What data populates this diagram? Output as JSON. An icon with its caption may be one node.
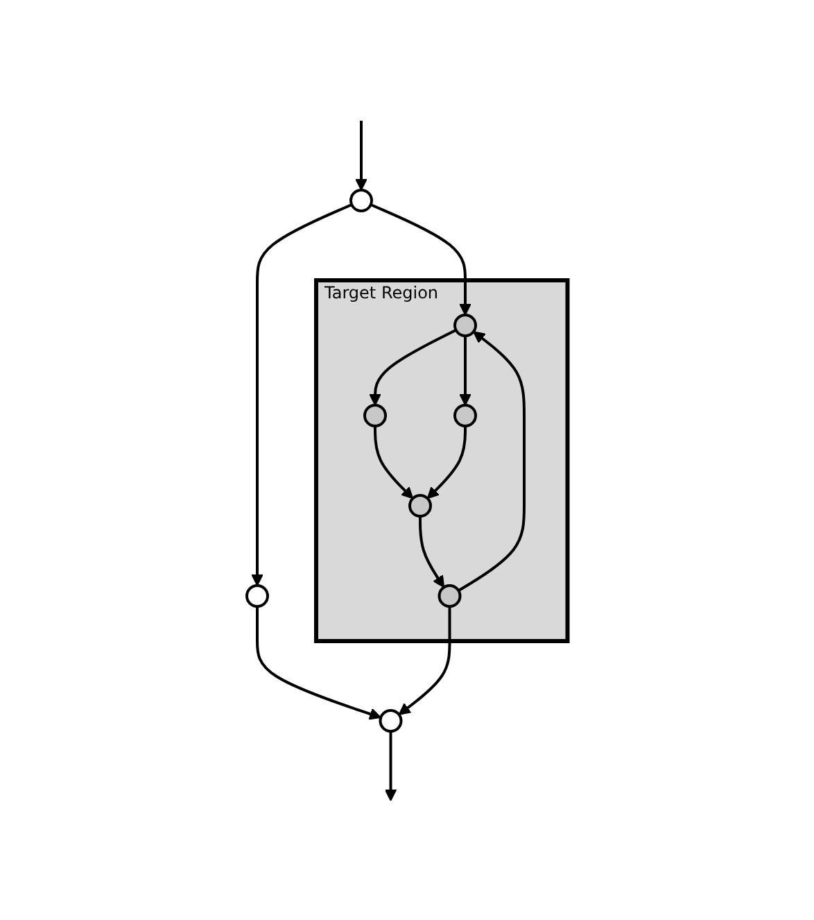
{
  "diagram": {
    "nodes": [
      {
        "text": [],
        "shape": "circle"
      },
      {
        "text": [
          "Target Region"
        ]
      },
      {
        "text": [],
        "shape": "circle",
        "in": 1
      },
      {
        "text": [],
        "shape": "circle",
        "in": 1
      },
      {
        "text": [],
        "shape": "circle",
        "in": 1
      },
      {
        "text": [],
        "shape": "circle",
        "in": 1
      },
      {
        "text": [],
        "shape": "circle",
        "in": 1
      },
      {
        "text": [],
        "shape": "circle"
      },
      {
        "text": [],
        "shape": "circle"
      }
    ],
    "edges": [
      {
        "from": null,
        "to": 0,
        "arrow": "to"
      },
      {
        "from": 0,
        "to": 7,
        "arrow": "to"
      },
      {
        "from": 0,
        "to": 2,
        "arrow": "to"
      },
      {
        "from": 2,
        "to": 3,
        "arrow": "to"
      },
      {
        "from": 2,
        "to": 4,
        "arrow": "to"
      },
      {
        "from": 3,
        "to": 5,
        "arrow": "to"
      },
      {
        "from": 4,
        "to": 5,
        "arrow": "to"
      },
      {
        "from": 5,
        "to": 6,
        "arrow": "to"
      },
      {
        "from": 6,
        "to": 2,
        "arrow": "to"
      },
      {
        "from": 7,
        "to": 8,
        "arrow": "to"
      },
      {
        "from": 6,
        "to": 8,
        "arrow": "to"
      },
      {
        "from": 8,
        "to": null,
        "arrow": "to"
      }
    ]
  }
}
